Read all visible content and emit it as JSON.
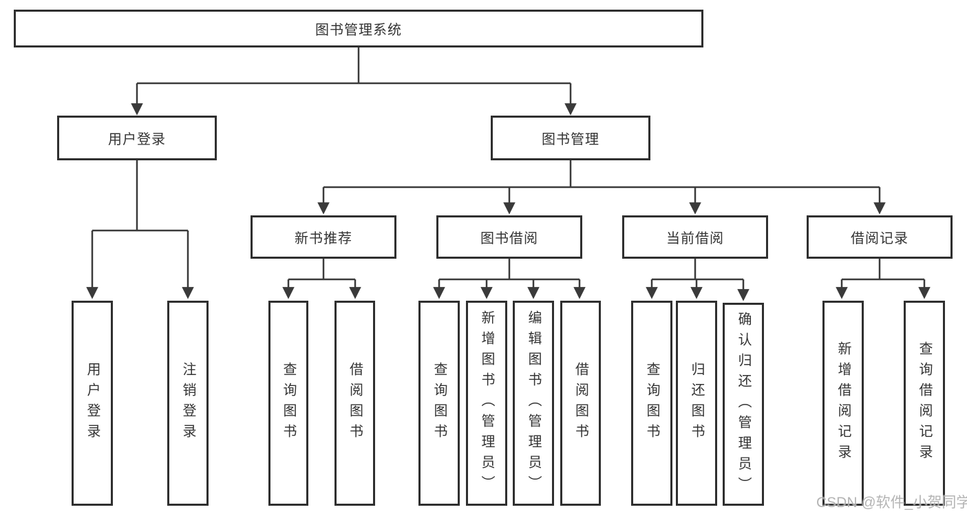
{
  "diagram": {
    "root": {
      "label": "图书管理系统",
      "children": [
        {
          "label": "用户登录",
          "children": [
            {
              "label": "用户登录"
            },
            {
              "label": "注销登录"
            }
          ]
        },
        {
          "label": "图书管理",
          "children": [
            {
              "label": "新书推荐",
              "children": [
                {
                  "label": "查询图书"
                },
                {
                  "label": "借阅图书"
                }
              ]
            },
            {
              "label": "图书借阅",
              "children": [
                {
                  "label": "查询图书"
                },
                {
                  "label": "新增图书（管理员）"
                },
                {
                  "label": "编辑图书（管理员）"
                },
                {
                  "label": "借阅图书"
                }
              ]
            },
            {
              "label": "当前借阅",
              "children": [
                {
                  "label": "查询图书"
                },
                {
                  "label": "归还图书"
                },
                {
                  "label": "确认归还（管理员）"
                }
              ]
            },
            {
              "label": "借阅记录",
              "children": [
                {
                  "label": "新增借阅记录"
                },
                {
                  "label": "查询借阅记录"
                }
              ]
            }
          ]
        }
      ]
    }
  },
  "watermark": {
    "text": "CSDN @软件_小贺同学"
  },
  "colors": {
    "line": "#3a3a3a",
    "box_border": "#2f2f2f",
    "box_background": "#ffffff",
    "text": "#333333",
    "page_background": "#ffffff",
    "watermark": "#aeaeae"
  }
}
